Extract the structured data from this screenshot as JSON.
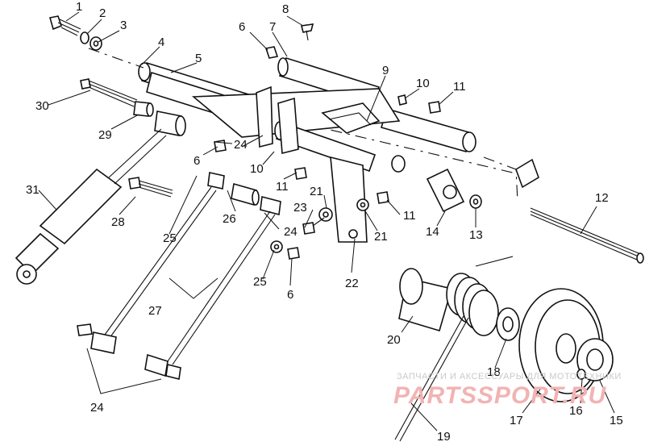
{
  "watermark": {
    "tagline": "ЗАПЧАСТИ И АКСЕССУАРЫ ДЛЯ МОТОТЕХНИКИ",
    "brand": "PARTSSPORT.RU",
    "brand_color": "#e8a0a0"
  },
  "callouts": [
    "1",
    "2",
    "3",
    "4",
    "5",
    "6",
    "7",
    "8",
    "6",
    "9",
    "10",
    "11",
    "30",
    "29",
    "24",
    "6",
    "10",
    "11",
    "31",
    "28",
    "21",
    "23",
    "11",
    "21",
    "14",
    "12",
    "13",
    "25",
    "26",
    "24",
    "22",
    "25",
    "6",
    "27",
    "20",
    "18",
    "19",
    "24",
    "17",
    "16",
    "15"
  ]
}
